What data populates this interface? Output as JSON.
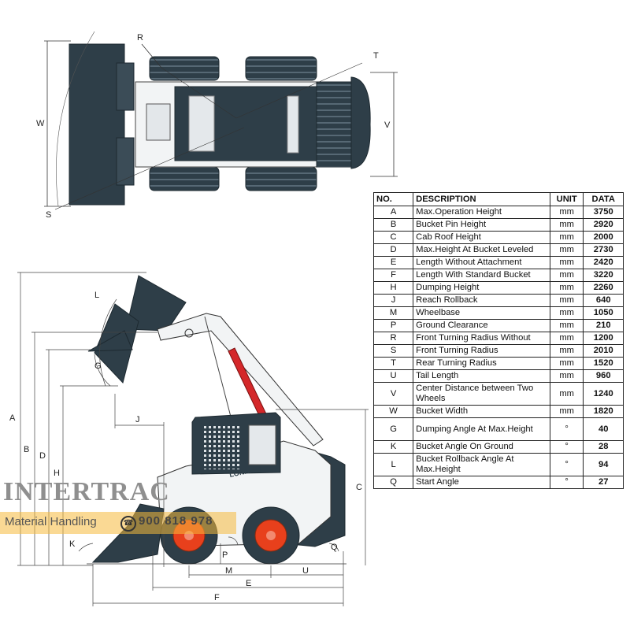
{
  "table": {
    "headers": {
      "no": "NO.",
      "description": "DESCRIPTION",
      "unit": "UNIT",
      "data": "DATA"
    },
    "rows": [
      {
        "no": "A",
        "description": "Max.Operation Height",
        "unit": "mm",
        "data": "3750"
      },
      {
        "no": "B",
        "description": "Bucket Pin Height",
        "unit": "mm",
        "data": "2920"
      },
      {
        "no": "C",
        "description": "Cab Roof Height",
        "unit": "mm",
        "data": "2000"
      },
      {
        "no": "D",
        "description": "Max.Height At Bucket Leveled",
        "unit": "mm",
        "data": "2730"
      },
      {
        "no": "E",
        "description": "Length Without Attachment",
        "unit": "mm",
        "data": "2420"
      },
      {
        "no": "F",
        "description": "Length With Standard Bucket",
        "unit": "mm",
        "data": "3220"
      },
      {
        "no": "H",
        "description": "Dumping Height",
        "unit": "mm",
        "data": "2260"
      },
      {
        "no": "J",
        "description": "Reach Rollback",
        "unit": "mm",
        "data": "640"
      },
      {
        "no": "M",
        "description": "Wheelbase",
        "unit": "mm",
        "data": "1050"
      },
      {
        "no": "P",
        "description": "Ground Clearance",
        "unit": "mm",
        "data": "210"
      },
      {
        "no": "R",
        "description": "Front Turning Radius Without",
        "unit": "mm",
        "data": "1200"
      },
      {
        "no": "S",
        "description": "Front Turning Radius",
        "unit": "mm",
        "data": "2010"
      },
      {
        "no": "T",
        "description": "Rear Turning Radius",
        "unit": "mm",
        "data": "1520"
      },
      {
        "no": "U",
        "description": "Tail Length",
        "unit": "mm",
        "data": "960"
      },
      {
        "no": "V",
        "description": "Center Distance between Two Wheels",
        "unit": "mm",
        "data": "1240"
      },
      {
        "no": "W",
        "description": "Bucket Width",
        "unit": "mm",
        "data": "1820"
      },
      {
        "no": "G",
        "description": "Dumping Angle At Max.Height",
        "unit": "°",
        "data": "40"
      },
      {
        "no": "K",
        "description": "Bucket Angle On Ground",
        "unit": "°",
        "data": "28"
      },
      {
        "no": "L",
        "description": "Bucket Rollback Angle At Max.Height",
        "unit": "°",
        "data": "94"
      },
      {
        "no": "Q",
        "description": "Start Angle",
        "unit": "°",
        "data": "27"
      }
    ]
  },
  "diagram_labels": {
    "r": "R",
    "t": "T",
    "w": "W",
    "v": "V",
    "s": "S",
    "l": "L",
    "g": "G",
    "j": "J",
    "a": "A",
    "b": "B",
    "d": "D",
    "h": "H",
    "c": "C",
    "k": "K",
    "p": "P",
    "q": "Q",
    "m": "M",
    "u": "U",
    "e": "E",
    "f": "F"
  },
  "machine_brand": "LONKING",
  "watermark": {
    "logo": "INTERTRAC",
    "subtitle": "Material Handling",
    "phone": "900 818 978",
    "phone_icon": "phone-icon"
  },
  "colors": {
    "body": "#2e3e48",
    "wheel": "#e8401c",
    "highlight_band": "#f6ba3c"
  }
}
